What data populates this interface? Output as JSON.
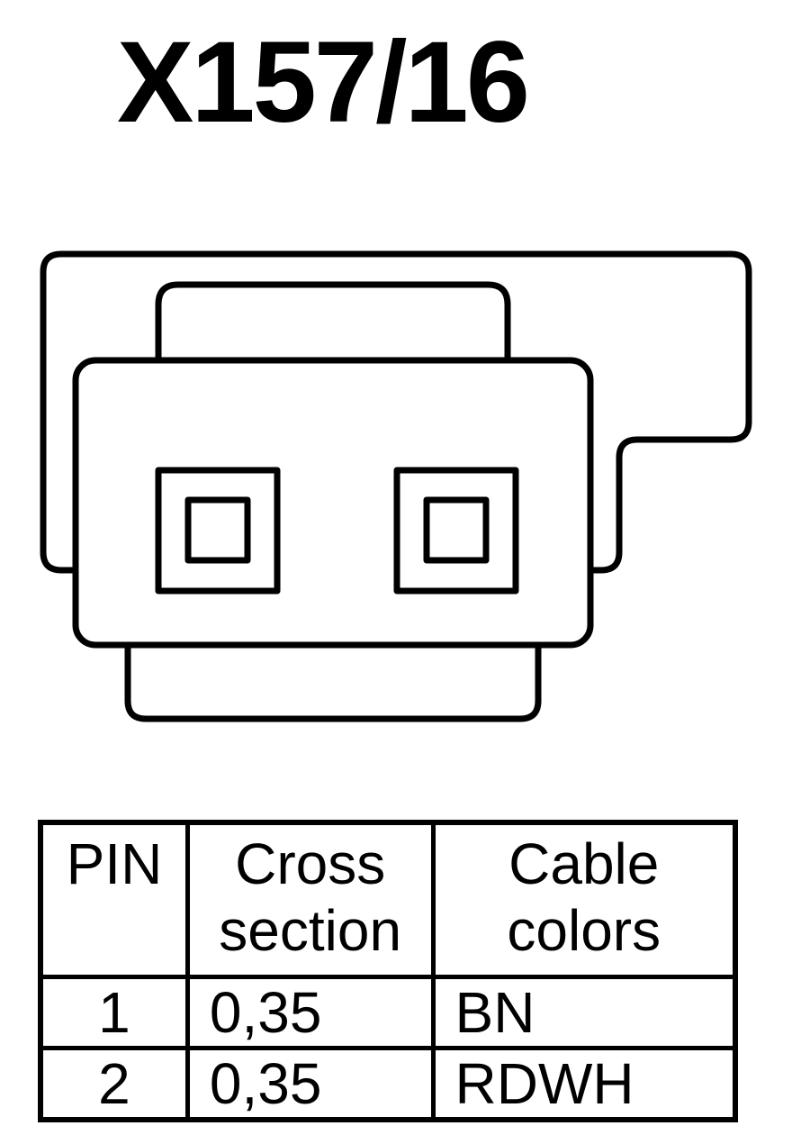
{
  "title": "X157/16",
  "table": {
    "headers": {
      "pin": "PIN",
      "cross_section": [
        "Cross",
        "section"
      ],
      "cable_colors": [
        "Cable",
        "colors"
      ]
    },
    "rows": [
      {
        "pin": "1",
        "cross_section": "0,35",
        "cable_color": "BN"
      },
      {
        "pin": "2",
        "cross_section": "0,35",
        "cable_color": "RDWH"
      }
    ]
  },
  "colors": {
    "line": "#000000",
    "background": "#ffffff"
  }
}
